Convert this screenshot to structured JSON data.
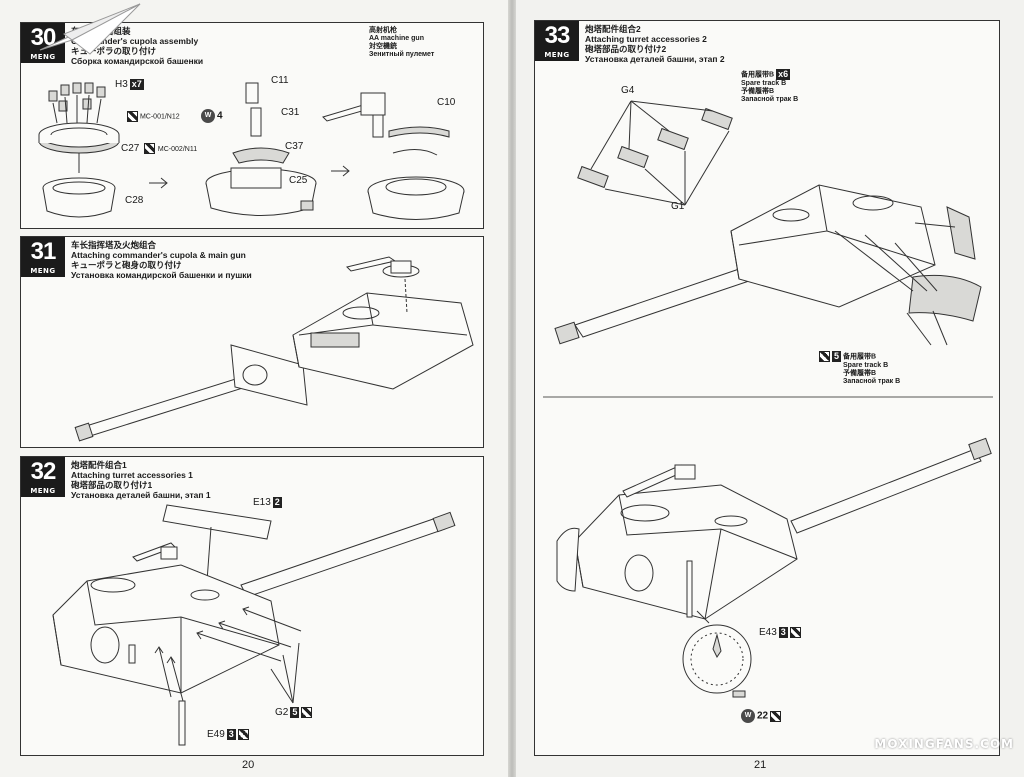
{
  "left_page": {
    "page_number": "20",
    "steps": [
      {
        "number": "30",
        "brand": "MENG",
        "title_zh": "车长指挥塔组装",
        "title_en": "Commander's cupola assembly",
        "title_ja": "キューポラの取り付け",
        "title_ru": "Сборка командирской башенки",
        "labels": {
          "h3": "H3",
          "h3_count": "x7",
          "mc001": "MC-001/N12",
          "c27": "C27",
          "mc002": "MC-002/N11",
          "c28": "C28",
          "c11": "C11",
          "c31": "C31",
          "c37": "C37",
          "c25": "C25",
          "w4": "W",
          "w4_num": "4",
          "aa_zh": "高射机枪",
          "aa_en": "AA machine gun",
          "aa_ja": "対空機銃",
          "aa_ru": "Зенитный пулемет",
          "c10": "C10"
        }
      },
      {
        "number": "31",
        "brand": "MENG",
        "title_zh": "车长指挥塔及火炮组合",
        "title_en": "Attaching commander's cupola & main gun",
        "title_ja": "キューポラと砲身の取り付け",
        "title_ru": "Установка командирской башенки и пушки"
      },
      {
        "number": "32",
        "brand": "MENG",
        "title_zh": "炮塔配件组合1",
        "title_en": "Attaching turret accessories 1",
        "title_ja": "砲塔部品の取り付け1",
        "title_ru": "Установка деталей башни, этап 1",
        "labels": {
          "e13": "E13",
          "e13_qty": "2",
          "g2": "G2",
          "g2_qty": "5",
          "e49": "E49",
          "e49_qty": "3"
        }
      }
    ]
  },
  "right_page": {
    "page_number": "21",
    "steps": [
      {
        "number": "33",
        "brand": "MENG",
        "title_zh": "炮塔配件组合2",
        "title_en": "Attaching turret accessories 2",
        "title_ja": "砲塔部品の取り付け2",
        "title_ru": "Установка деталей башни, этап 2",
        "labels": {
          "g4": "G4",
          "g1": "G1",
          "spare_top_zh": "备用履带B",
          "spare_top_count": "x6",
          "spare_top_en": "Spare track B",
          "spare_top_ja": "予備履帯B",
          "spare_top_ru": "Запасной трак B",
          "spare_bot_zh": "备用履带B",
          "spare_bot_qty": "5",
          "spare_bot_en": "Spare track B",
          "spare_bot_ja": "予備履帯B",
          "spare_bot_ru": "Запасной трак B",
          "e43": "E43",
          "e43_qty": "3",
          "w22": "W",
          "w22_num": "22"
        }
      }
    ]
  },
  "watermark": {
    "text": "MOXINGFANS.COM",
    "icon": "paper-plane-icon"
  }
}
